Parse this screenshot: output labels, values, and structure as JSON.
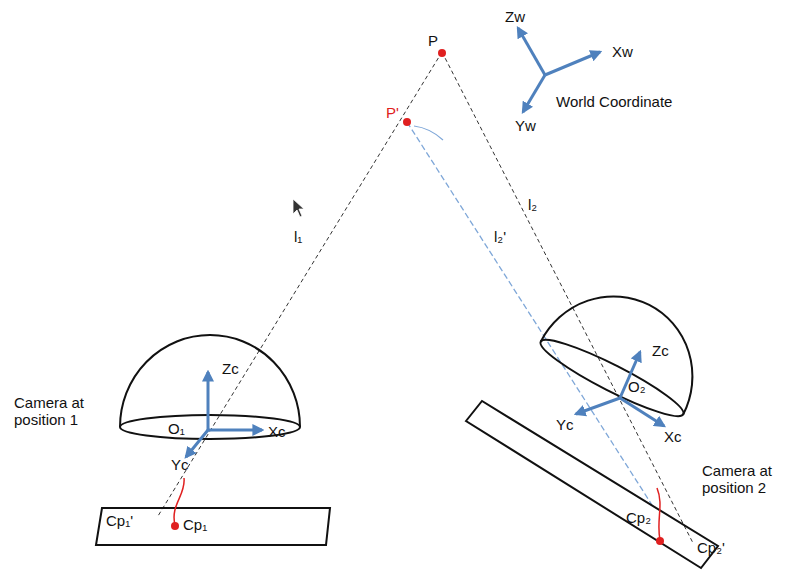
{
  "diagram": {
    "labels": [
      "P",
      "P'",
      "Zw",
      "Xw",
      "Yw",
      "World Coordinate",
      "l₁",
      "l₂",
      "l₂'",
      "Zc",
      "O₁",
      "Xc",
      "Yc",
      "Camera at position 1",
      "Cp₁'",
      "Cp₁",
      "Zc",
      "O₂",
      "Yc",
      "Xc",
      "Camera at position 2",
      "Cp₂",
      "Cp₂'"
    ]
  }
}
